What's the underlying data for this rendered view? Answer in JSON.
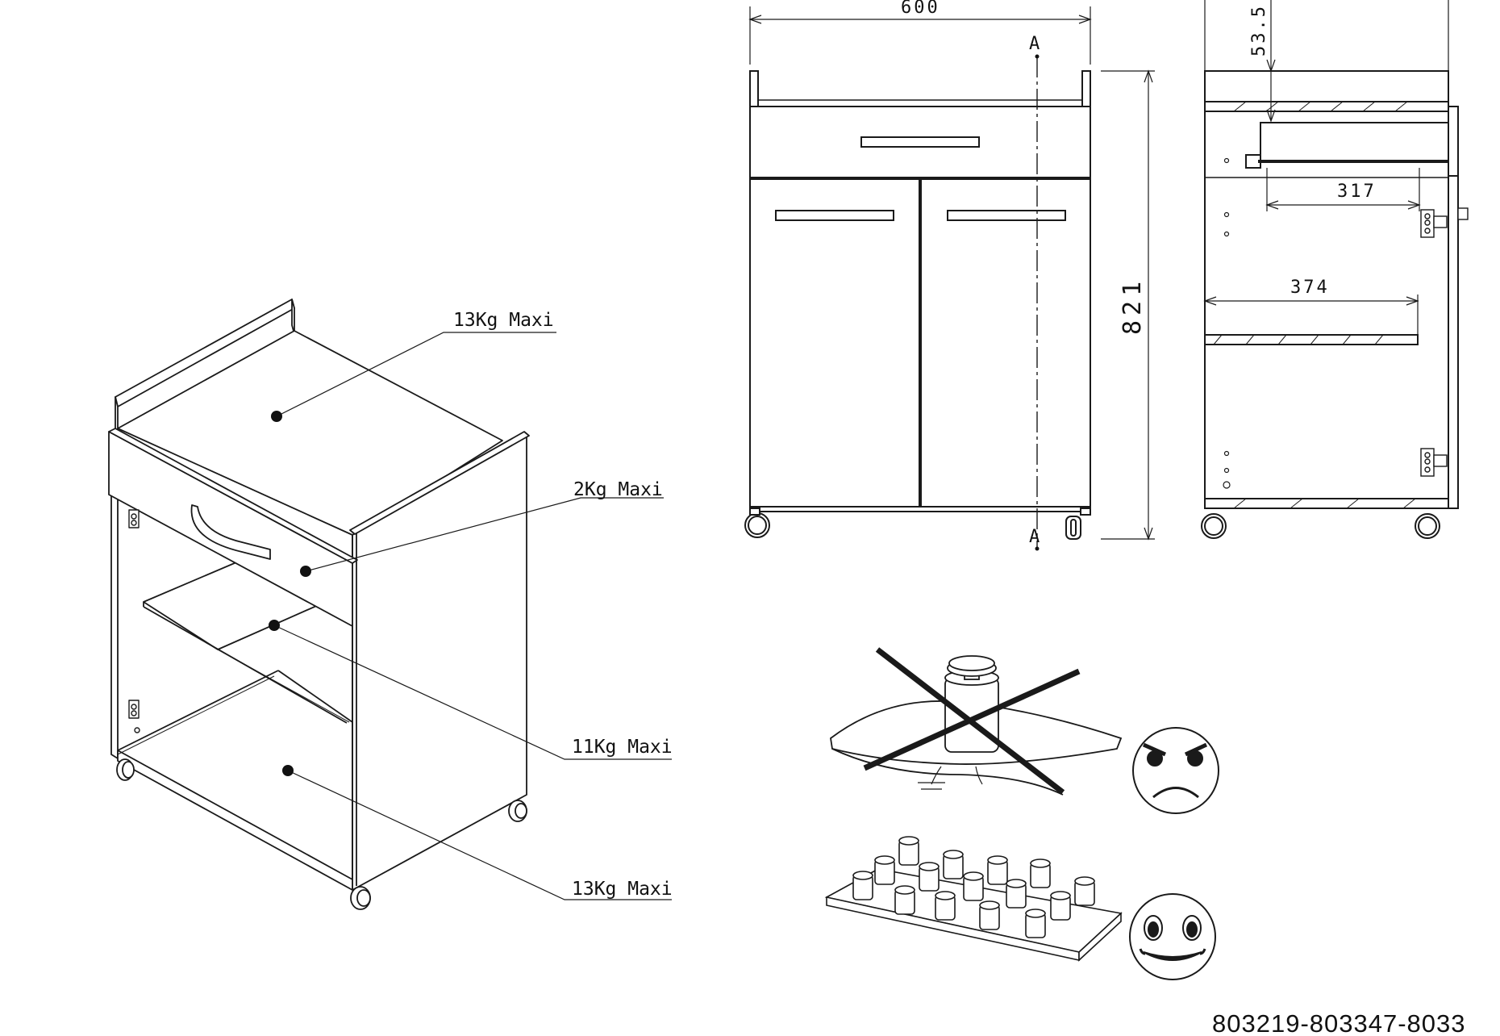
{
  "load_labels": {
    "top": "13Kg Maxi",
    "drawer": "2Kg Maxi",
    "shelf": "11Kg Maxi",
    "bottom": "13Kg Maxi"
  },
  "dimensions": {
    "width": "600",
    "height": "821",
    "top_offset": "53.5",
    "drawer_depth": "317",
    "shelf_depth": "374",
    "section_mark": "A"
  },
  "reference_code": "803219-803347-8033",
  "icons": {
    "bad_load": "concentrated-load-crossed-icon",
    "bad_face": "angry-face-icon",
    "good_load": "distributed-load-icon",
    "good_face": "happy-face-icon"
  }
}
